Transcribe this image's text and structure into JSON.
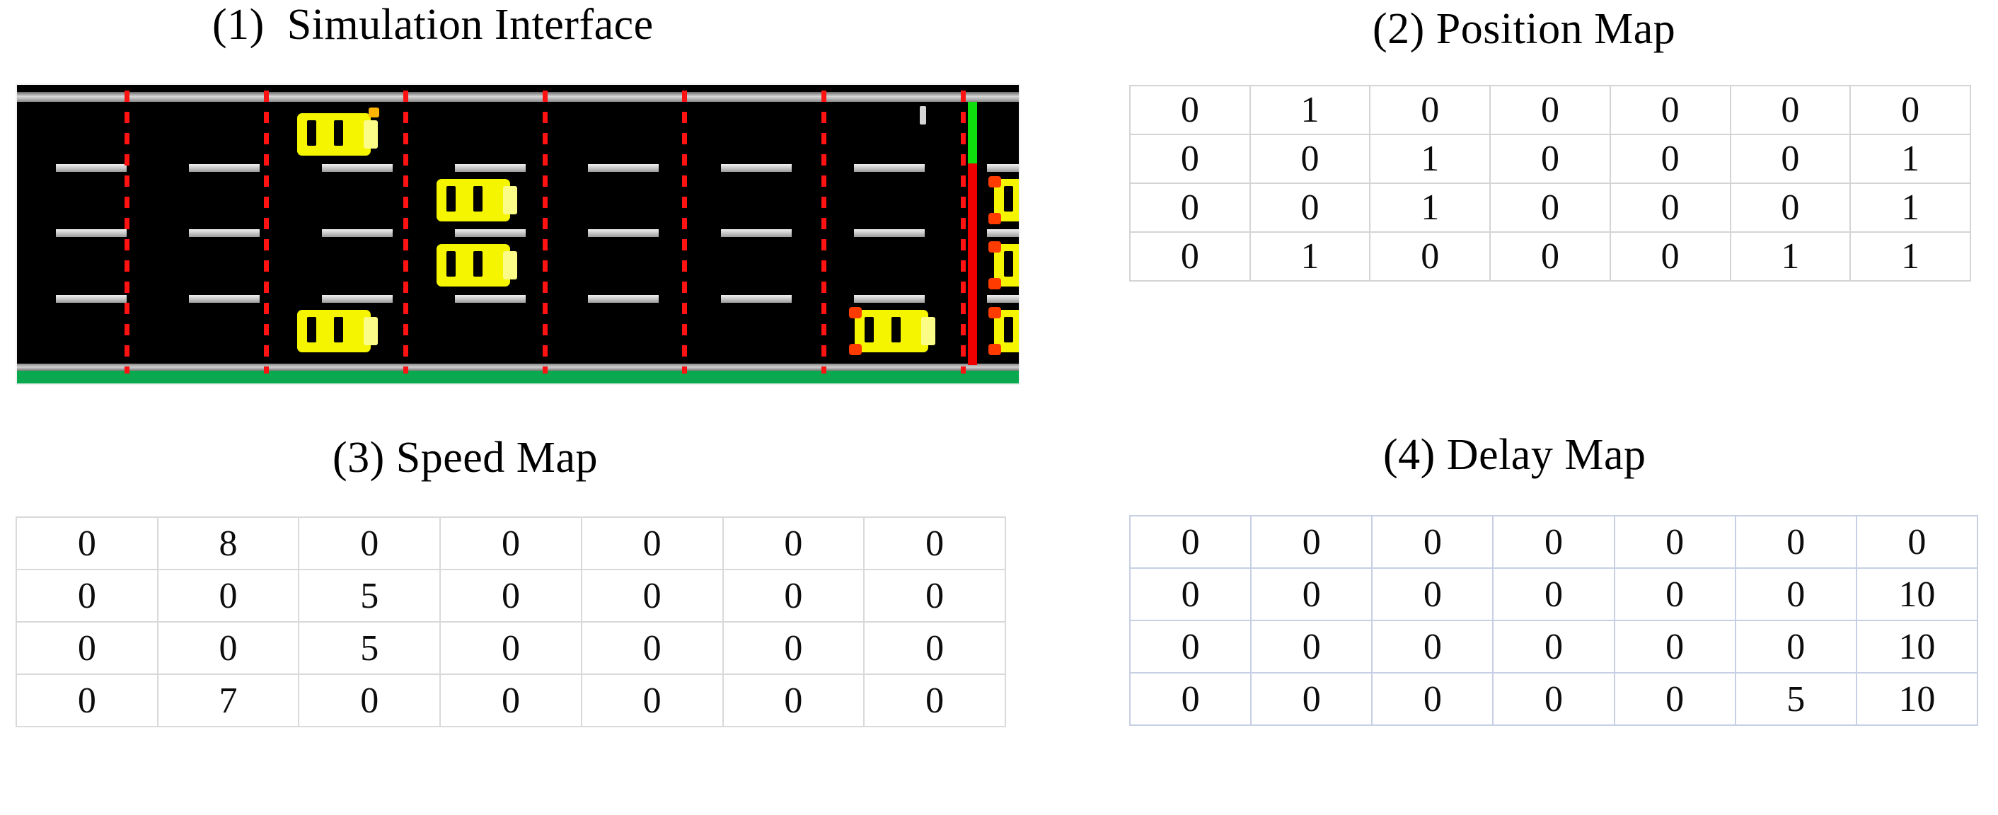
{
  "panels": {
    "simulation": {
      "title": "(1)  Simulation Interface"
    },
    "position": {
      "title": "(2) Position Map"
    },
    "speed": {
      "title": "(3) Speed Map"
    },
    "delay": {
      "title": "(4) Delay Map"
    }
  },
  "simulation": {
    "lanes": 4,
    "cells": 7,
    "background_color": "#000000",
    "cell_divider_color": "#ff1212",
    "lane_marking_color": "#d8d8d8",
    "vehicle_color": "#f5f500",
    "brake_light_color": "#ff3b00",
    "signal_green_color": "#0ee00e",
    "signal_red_color": "#ee0000",
    "shoulder_color": "#0aa84f",
    "vehicles": [
      {
        "lane": 1,
        "cell": 2,
        "braking": false,
        "turn_signal": true
      },
      {
        "lane": 2,
        "cell": 3,
        "braking": false,
        "turn_signal": false
      },
      {
        "lane": 2,
        "cell": 7,
        "braking": true,
        "turn_signal": false
      },
      {
        "lane": 3,
        "cell": 3,
        "braking": false,
        "turn_signal": false
      },
      {
        "lane": 3,
        "cell": 7,
        "braking": true,
        "turn_signal": false
      },
      {
        "lane": 4,
        "cell": 2,
        "braking": false,
        "turn_signal": false
      },
      {
        "lane": 4,
        "cell": 6,
        "braking": true,
        "turn_signal": false
      },
      {
        "lane": 4,
        "cell": 7,
        "braking": true,
        "turn_signal": false
      }
    ]
  },
  "chart_data": [
    {
      "type": "table",
      "title": "(2) Position Map",
      "rows": 4,
      "cols": 7,
      "values": [
        [
          0,
          1,
          0,
          0,
          0,
          0,
          0
        ],
        [
          0,
          0,
          1,
          0,
          0,
          0,
          1
        ],
        [
          0,
          0,
          1,
          0,
          0,
          0,
          1
        ],
        [
          0,
          1,
          0,
          0,
          0,
          1,
          1
        ]
      ],
      "grid": true,
      "border_color": "#d4d4d4"
    },
    {
      "type": "table",
      "title": "(3) Speed Map",
      "rows": 4,
      "cols": 7,
      "values": [
        [
          0,
          8,
          0,
          0,
          0,
          0,
          0
        ],
        [
          0,
          0,
          5,
          0,
          0,
          0,
          0
        ],
        [
          0,
          0,
          5,
          0,
          0,
          0,
          0
        ],
        [
          0,
          7,
          0,
          0,
          0,
          0,
          0
        ]
      ],
      "grid": true,
      "border_color": "#d9d9d9"
    },
    {
      "type": "table",
      "title": "(4) Delay Map",
      "rows": 4,
      "cols": 7,
      "values": [
        [
          0,
          0,
          0,
          0,
          0,
          0,
          0
        ],
        [
          0,
          0,
          0,
          0,
          0,
          0,
          10
        ],
        [
          0,
          0,
          0,
          0,
          0,
          0,
          10
        ],
        [
          0,
          0,
          0,
          0,
          0,
          5,
          10
        ]
      ],
      "grid": true,
      "border_color": "#c7cfe4"
    }
  ]
}
